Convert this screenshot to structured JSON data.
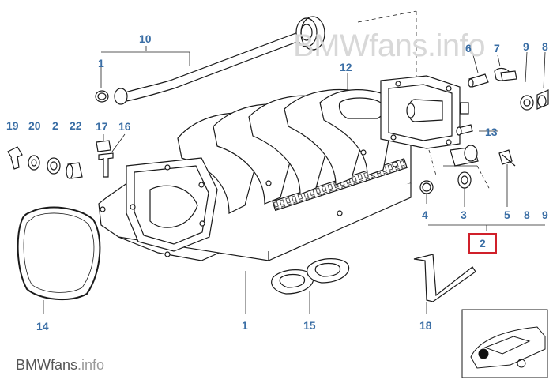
{
  "callouts": {
    "c10": "10",
    "c1a": "1",
    "c12": "12",
    "c6": "6",
    "c7": "7",
    "c9a": "9",
    "c8a": "8",
    "c19": "19",
    "c20": "20",
    "c2a": "2",
    "c22": "22",
    "c17": "17",
    "c16": "16",
    "c13": "13",
    "c4": "4",
    "c3": "3",
    "c5": "5",
    "c8b": "8",
    "c9b": "9",
    "c2": "2",
    "c14": "14",
    "c1b": "1",
    "c15": "15",
    "c18": "18"
  },
  "watermark": {
    "part1": "BMWfans",
    "part2": ".info"
  },
  "brand": {
    "part1": "BMWfans",
    "part2": ".info"
  },
  "colors": {
    "callout": "#3a6ea5",
    "highlight_box": "#d0202a",
    "line_art": "#1a1a1a"
  }
}
